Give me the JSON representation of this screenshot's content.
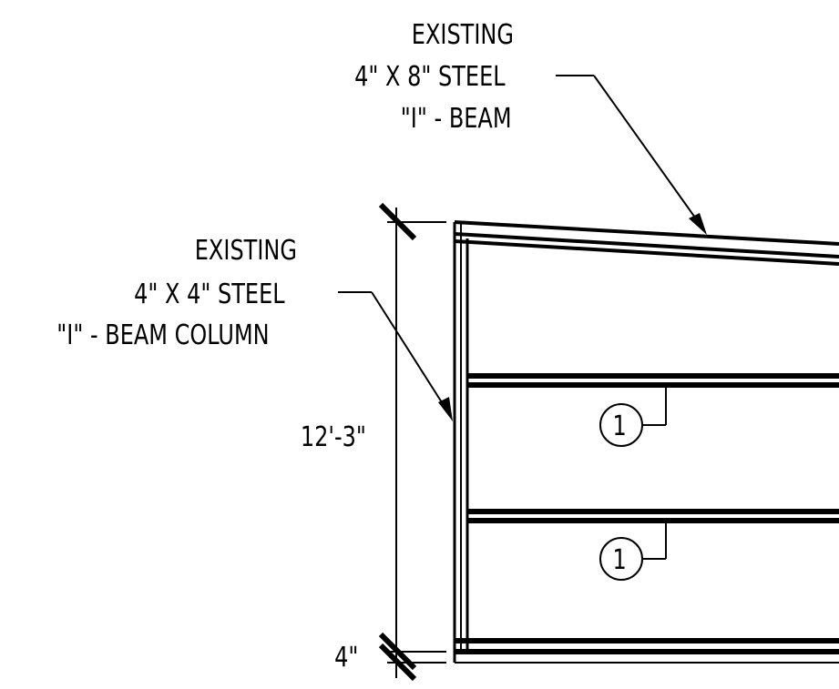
{
  "callouts": {
    "top_beam": {
      "line1": "EXISTING",
      "line2": "4\" X 8\" STEEL",
      "line3": "\"I\" - BEAM"
    },
    "column": {
      "line1": "EXISTING",
      "line2": "4\" X 4\" STEEL",
      "line3": "\"I\" - BEAM COLUMN"
    }
  },
  "dimensions": {
    "overall_height": "12'-3\"",
    "base_offset": "4\""
  },
  "detail_tags": [
    {
      "number": "1"
    },
    {
      "number": "1"
    }
  ]
}
